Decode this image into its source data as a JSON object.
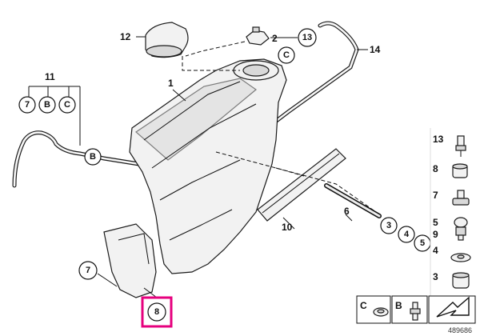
{
  "callouts": {
    "c1": "1",
    "c2": "2",
    "c6": "6",
    "c10": "10",
    "c11": "11",
    "c12": "12",
    "c13": "13",
    "c14": "14",
    "c3": "3",
    "c4": "4",
    "c5": "5",
    "c7": "7",
    "c8": "8",
    "cB": "B",
    "cC": "C",
    "c11_7": "7",
    "c11_B": "B",
    "c11_C": "C",
    "c13_C": "C"
  },
  "side_panel": {
    "items": [
      "13",
      "8",
      "7",
      "5",
      "9",
      "4",
      "3"
    ],
    "bottom_labels": [
      "C",
      "B"
    ]
  },
  "reference_number": "489686",
  "colors": {
    "highlight": "#e6007e",
    "line": "#111111"
  }
}
